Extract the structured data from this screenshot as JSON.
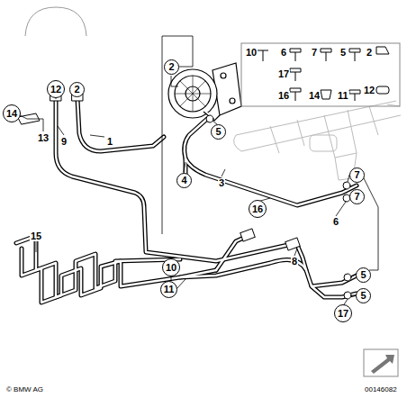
{
  "diagram": {
    "nodes": [
      {
        "text": [
          "2"
        ]
      },
      {
        "text": [
          "12"
        ]
      },
      {
        "text": [
          "2"
        ]
      },
      {
        "text": [
          "14"
        ]
      },
      {
        "text": [
          "5"
        ]
      },
      {
        "text": [
          "7"
        ]
      },
      {
        "text": [
          "4"
        ]
      },
      {
        "text": [
          "7"
        ]
      },
      {
        "text": [
          "16"
        ]
      },
      {
        "text": [
          "10"
        ]
      },
      {
        "text": [
          "5"
        ]
      },
      {
        "text": [
          "11"
        ]
      },
      {
        "text": [
          "5"
        ]
      },
      {
        "text": [
          "17"
        ]
      }
    ],
    "labels": [
      "10",
      "6",
      "7",
      "5",
      "2",
      "17",
      "12",
      "16",
      "14",
      "11",
      "13",
      "9",
      "1",
      "3",
      "6",
      "15",
      "8",
      "© BMW AG",
      "00146082"
    ]
  }
}
